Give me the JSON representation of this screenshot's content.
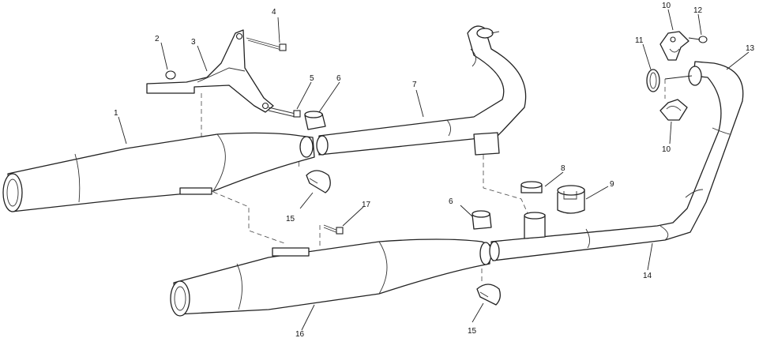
{
  "callouts": {
    "c1": "1",
    "c2": "2",
    "c3": "3",
    "c4": "4",
    "c5": "5",
    "c6a": "6",
    "c6b": "6",
    "c7": "7",
    "c8": "8",
    "c9": "9",
    "c10a": "10",
    "c10b": "10",
    "c11": "11",
    "c12": "12",
    "c13": "13",
    "c14": "14",
    "c15a": "15",
    "c15b": "15",
    "c16": "16",
    "c17": "17"
  }
}
